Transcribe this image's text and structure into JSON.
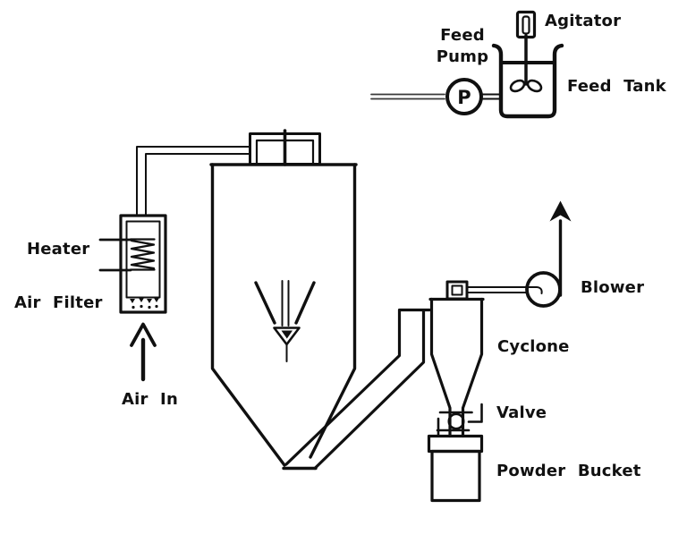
{
  "diagram_type": "process-flow-diagram",
  "colors": {
    "line": "#101010",
    "text": "#111111",
    "background": "#ffffff"
  },
  "labels": {
    "feed_pump": "Feed\nPump",
    "agitator": "Agitator",
    "feed_tank": "Feed Tank",
    "heater": "Heater",
    "air_filter": "Air Filter",
    "air_in": "Air In",
    "blower": "Blower",
    "cyclone": "Cyclone",
    "valve": "Valve",
    "powder_bucket": "Powder Bucket",
    "pump_symbol": "P"
  },
  "components": [
    "feed-tank-with-agitator",
    "feed-pump",
    "spray-nozzle",
    "drying-chamber",
    "air-heater",
    "air-filter",
    "air-inlet",
    "cyclone-separator",
    "exhaust-blower",
    "rotary-valve",
    "powder-collection-bucket"
  ]
}
